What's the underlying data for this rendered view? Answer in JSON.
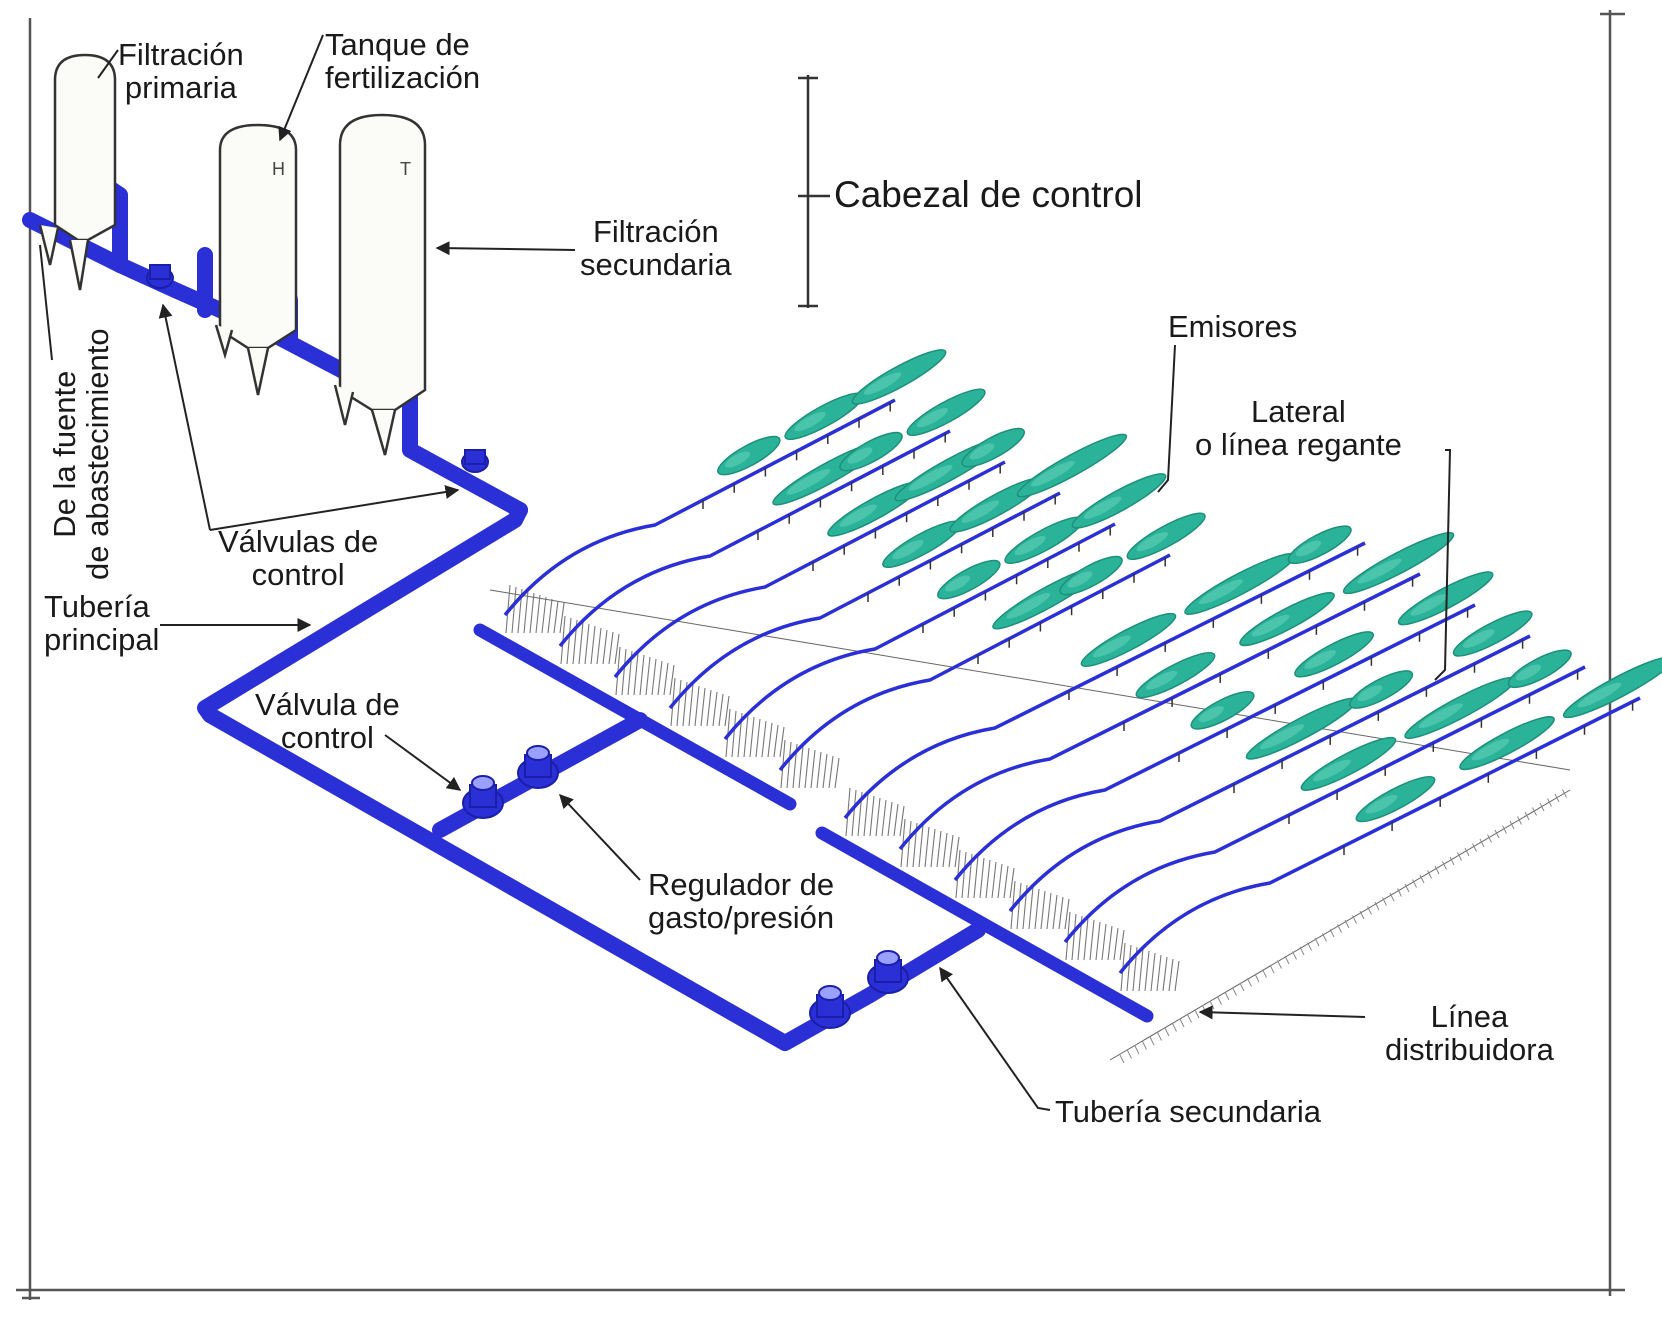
{
  "labels": {
    "filtracion_primaria": [
      "Filtración",
      "primaria"
    ],
    "tanque_fertilizacion": [
      "Tanque de",
      "fertilización"
    ],
    "cabezal_control": "Cabezal de control",
    "filtracion_secundaria": [
      "Filtración",
      "secundaria"
    ],
    "fuente_abastecimiento": [
      "De la fuente",
      "de abastecimiento"
    ],
    "valvulas_control": [
      "Válvulas de",
      "control"
    ],
    "tuberia_principal": [
      "Tubería",
      "principal"
    ],
    "valvula_control": [
      "Válvula de",
      "control"
    ],
    "regulador": [
      "Regulador de",
      "gasto/presión"
    ],
    "emisores": "Emisores",
    "lateral": [
      "Lateral",
      "o línea regante"
    ],
    "linea_distribuidora": [
      "Línea",
      "distribuidora"
    ],
    "tuberia_secundaria": "Tubería secundaria"
  },
  "colors": {
    "pipe": "#2a2fd6",
    "pipe_dark": "#1a1ea8",
    "plant": "#2bb39a",
    "plant_dark": "#1d8f7a",
    "tank": "#fbfbf7",
    "outline": "#333333"
  }
}
